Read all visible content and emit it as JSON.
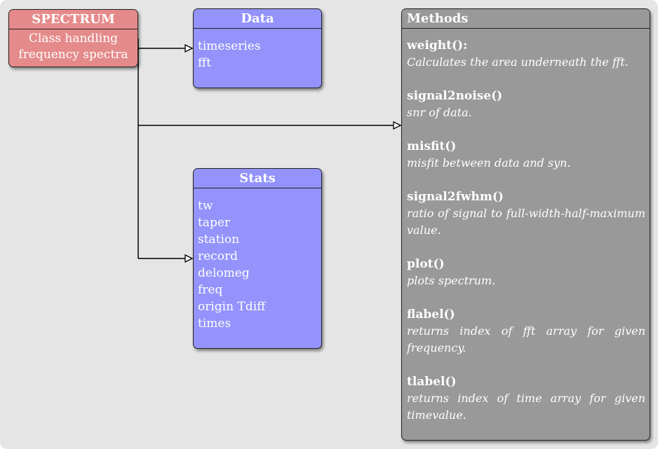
{
  "spectrum": {
    "title": "SPECTRUM",
    "description_line1": "Class handling",
    "description_line2": "frequency spectra"
  },
  "data_box": {
    "title": "Data",
    "fields": [
      "timeseries",
      "fft"
    ]
  },
  "stats_box": {
    "title": "Stats",
    "fields": [
      "tw",
      "taper",
      "station",
      "record",
      "delomeg",
      "freq",
      "origin Tdiff",
      "times"
    ]
  },
  "methods_box": {
    "title": "Methods",
    "methods": [
      {
        "name": "weight()",
        "suffix": ":",
        "description": "Calculates the area underneath the fft."
      },
      {
        "name": "signal2noise()",
        "suffix": "",
        "description": "snr of data."
      },
      {
        "name": "misfit()",
        "suffix": "",
        "description": "misfit between data and syn."
      },
      {
        "name": "signal2fwhm()",
        "suffix": "",
        "description": "ratio of signal to full-width-half-maximum value."
      },
      {
        "name": "plot()",
        "suffix": "",
        "description": "plots spectrum."
      },
      {
        "name": "flabel()",
        "suffix": "",
        "description": "returns index of fft array for given frequency."
      },
      {
        "name": "tlabel()",
        "suffix": "",
        "description": "returns index of time array for given timevalue."
      }
    ]
  },
  "colors": {
    "background": "#e5e5e5",
    "spectrum_fill": "#e58a8a",
    "class_fill": "#9393fb",
    "methods_fill": "#999999",
    "text": "#ffffff",
    "border": "#222222"
  }
}
